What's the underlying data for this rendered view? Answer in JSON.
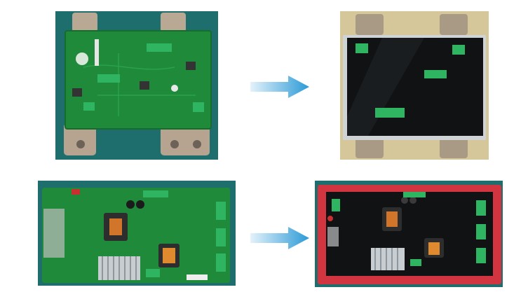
{
  "photos": [
    {
      "name": "green-pcb-photo"
    },
    {
      "name": "potted-pcb-photo"
    },
    {
      "name": "power-board-photo"
    },
    {
      "name": "conformal-coated-board-photo"
    }
  ],
  "arrows": [
    {
      "name": "right-arrow-icon"
    },
    {
      "name": "right-arrow-icon"
    }
  ],
  "colors": {
    "arrow_start": "#e4f2fb",
    "arrow_end": "#2b9ad6",
    "pcb_green": "#1e8a3a",
    "terminal_green": "#2fb562",
    "potting_black": "#101214",
    "red_frame": "#d23440",
    "background_teal": "#1f6e6e",
    "background_tan": "#d6c79a"
  }
}
